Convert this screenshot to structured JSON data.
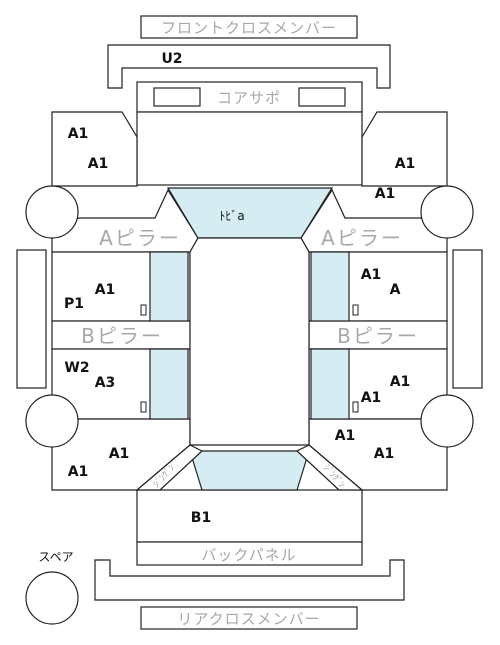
{
  "panels": {
    "front_cross_member": "フロントクロスメンバー",
    "core_support": "コアサポ",
    "a_pillar_left": "Aピラー",
    "a_pillar_right": "Aピラー",
    "b_pillar_left": "Bピラー",
    "b_pillar_right": "Bピラー",
    "back_panel": "バックパネル",
    "rear_cross_member": "リアクロスメンバー",
    "roof": "ﾄﾋﾞa",
    "rear_pillar_left": "ｼﾞﾝｸﾞﾝ",
    "rear_pillar_right": "ｼﾞﾝｸﾞﾝ",
    "spare": "スペア"
  },
  "grades": {
    "front_bumper": "U2",
    "fender_left_upper": "A1",
    "fender_left_lower": "A1",
    "fender_right_upper": "A1",
    "fender_right_lower": "A1",
    "front_door_left_a": "A1",
    "front_door_left_b": "P1",
    "front_door_right_a": "A1",
    "front_door_right_b": "A",
    "rear_door_left_a": "W2",
    "rear_door_left_b": "A3",
    "rear_door_right_a": "A1",
    "rear_door_right_b": "A1",
    "quarter_left_upper": "A1",
    "quarter_left_lower": "A1",
    "quarter_right_upper": "A1",
    "quarter_right_lower": "A1",
    "trunk": "B1"
  },
  "colors": {
    "glass": "#d6ecf3",
    "outline": "#222222",
    "label_gray": "#a8a8a8"
  }
}
